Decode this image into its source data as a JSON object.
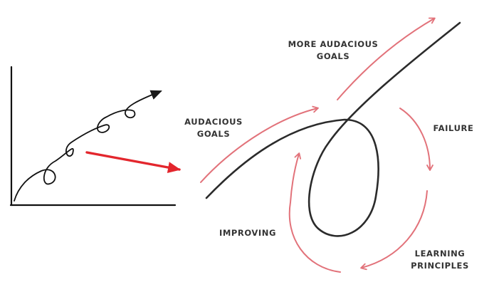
{
  "labels": {
    "more_audacious_goals": [
      "MORE AUDACIOUS",
      "GOALS"
    ],
    "audacious_goals": [
      "AUDACIOUS",
      "GOALS"
    ],
    "failure": [
      "FAILURE"
    ],
    "improving": [
      "IMPROVING"
    ],
    "learning_principles": [
      "LEARNING",
      "PRINCIPLES"
    ]
  },
  "colors": {
    "ink": "#222222",
    "label_text": "#333333",
    "cycle_arrow": "#e2727a",
    "link_arrow": "#e3262d"
  }
}
